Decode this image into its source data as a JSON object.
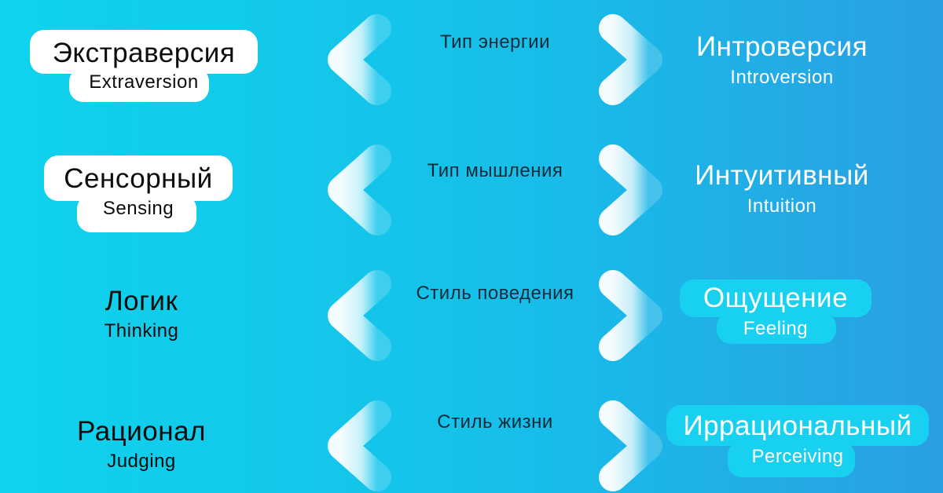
{
  "rows": [
    {
      "left_main": "Экстраверсия",
      "left_sub": "Extraversion",
      "axis": "Тип энергии",
      "right_main": "Интроверсия",
      "right_sub": "Introversion"
    },
    {
      "left_main": "Сенсорный",
      "left_sub": "Sensing",
      "axis": "Тип мышления",
      "right_main": "Интуитивный",
      "right_sub": "Intuition"
    },
    {
      "left_main": "Логик",
      "left_sub": "Thinking",
      "axis": "Стиль поведения",
      "right_main": "Ощущение",
      "right_sub": "Feeling"
    },
    {
      "left_main": "Рационал",
      "left_sub": "Judging",
      "axis": "Стиль жизни",
      "right_main": "Иррациональный",
      "right_sub": "Perceiving"
    }
  ],
  "colors": {
    "background_left": "#0fd3ec",
    "background_right": "#2a9fe3",
    "label_pill_white": "#ffffff",
    "label_pill_cyan": "#18d0f0",
    "arrow": "#ffffff"
  },
  "icons": [
    "double-arrow-icon"
  ]
}
